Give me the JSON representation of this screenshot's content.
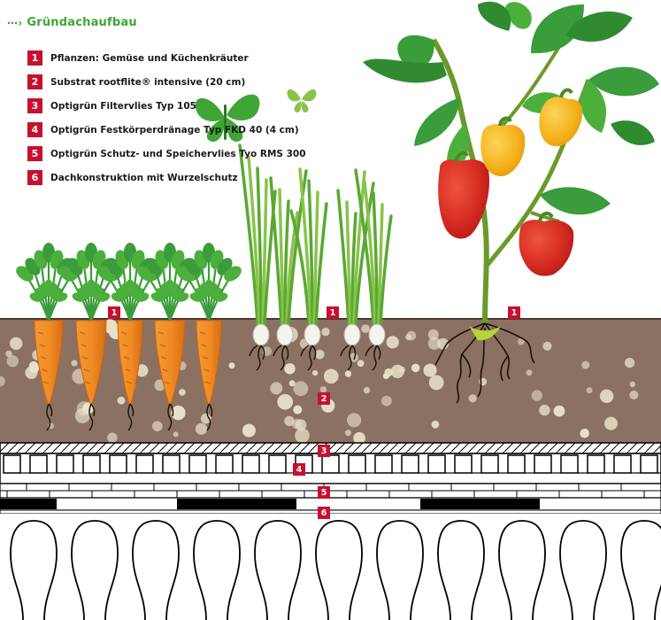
{
  "title": "Gründachaufbau",
  "legend": [
    {
      "num": "1",
      "label": "Pflanzen: Gemüse und Küchenkräuter"
    },
    {
      "num": "2",
      "label": "Substrat rootflite® intensive (20 cm)"
    },
    {
      "num": "3",
      "label": "Optigrün Filtervlies Typ 105"
    },
    {
      "num": "4",
      "label": "Optigrün Festkörperdränage Typ FKD 40 (4 cm)"
    },
    {
      "num": "5",
      "label": "Optigrün Schutz- und Speichervlies Tyo RMS 300"
    },
    {
      "num": "6",
      "label": "Dachkonstruktion mit Wurzelschutz"
    }
  ],
  "markers": {
    "carrots": "1",
    "onions": "1",
    "pepper": "1",
    "substrate": "2",
    "filter": "3",
    "drainage": "4",
    "fleece": "5",
    "roof": "6"
  },
  "colors": {
    "title": "#3fa535",
    "badge": "#c8102e",
    "soil": "#8b7161",
    "carrot": "#f08a24",
    "leaf": "#3a9c3a",
    "pepper_red": "#d42a20",
    "pepper_yellow": "#f5b21c"
  },
  "icons": [
    "butterfly-icon",
    "arrow-right-icon"
  ]
}
